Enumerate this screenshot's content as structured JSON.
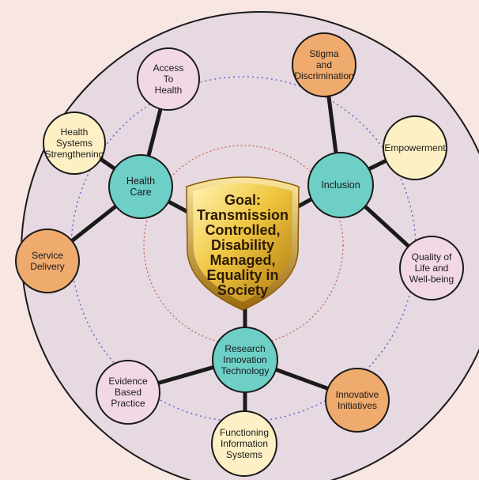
{
  "goal": {
    "text": "Goal:\nTransmission\nControlled,\nDisability\nManaged,\nEquality in\nSociety"
  },
  "hubs": [
    {
      "id": "health-care",
      "label": "Health\nCare"
    },
    {
      "id": "inclusion",
      "label": "Inclusion"
    },
    {
      "id": "research",
      "label": "Research\nInnovation\nTechnology"
    }
  ],
  "satellites": [
    {
      "id": "access-to-health",
      "label": "Access\nTo\nHealth",
      "hub": "health-care",
      "color": "pink"
    },
    {
      "id": "health-systems-strengthening",
      "label": "Health\nSystems\nStrengthening",
      "hub": "health-care",
      "color": "cream"
    },
    {
      "id": "service-delivery",
      "label": "Service\nDelivery",
      "hub": "health-care",
      "color": "orange"
    },
    {
      "id": "stigma-discrimination",
      "label": "Stigma\nand\nDiscrimination",
      "hub": "inclusion",
      "color": "orange"
    },
    {
      "id": "empowerment",
      "label": "Empowerment",
      "hub": "inclusion",
      "color": "cream"
    },
    {
      "id": "quality-of-life",
      "label": "Quality of\nLife and\nWell-being",
      "hub": "inclusion",
      "color": "pink"
    },
    {
      "id": "evidence-based-practice",
      "label": "Evidence\nBased\nPractice",
      "hub": "research",
      "color": "pink"
    },
    {
      "id": "functioning-information-systems",
      "label": "Functioning\nInformation\nSystems",
      "hub": "research",
      "color": "cream"
    },
    {
      "id": "innovative-initiatives",
      "label": "Innovative\nInitiatives",
      "hub": "research",
      "color": "orange"
    }
  ],
  "colors": {
    "background": "#f7e6e2",
    "outer_circle": "#e6d9e1",
    "hub": "#6dcfc6",
    "pink": "#f1d8e4",
    "cream": "#fdf0c4",
    "orange": "#efaa6e",
    "shield_gold": "#f0c640",
    "dotted_outer": "#6a5ac8",
    "dotted_inner": "#c0604a"
  }
}
